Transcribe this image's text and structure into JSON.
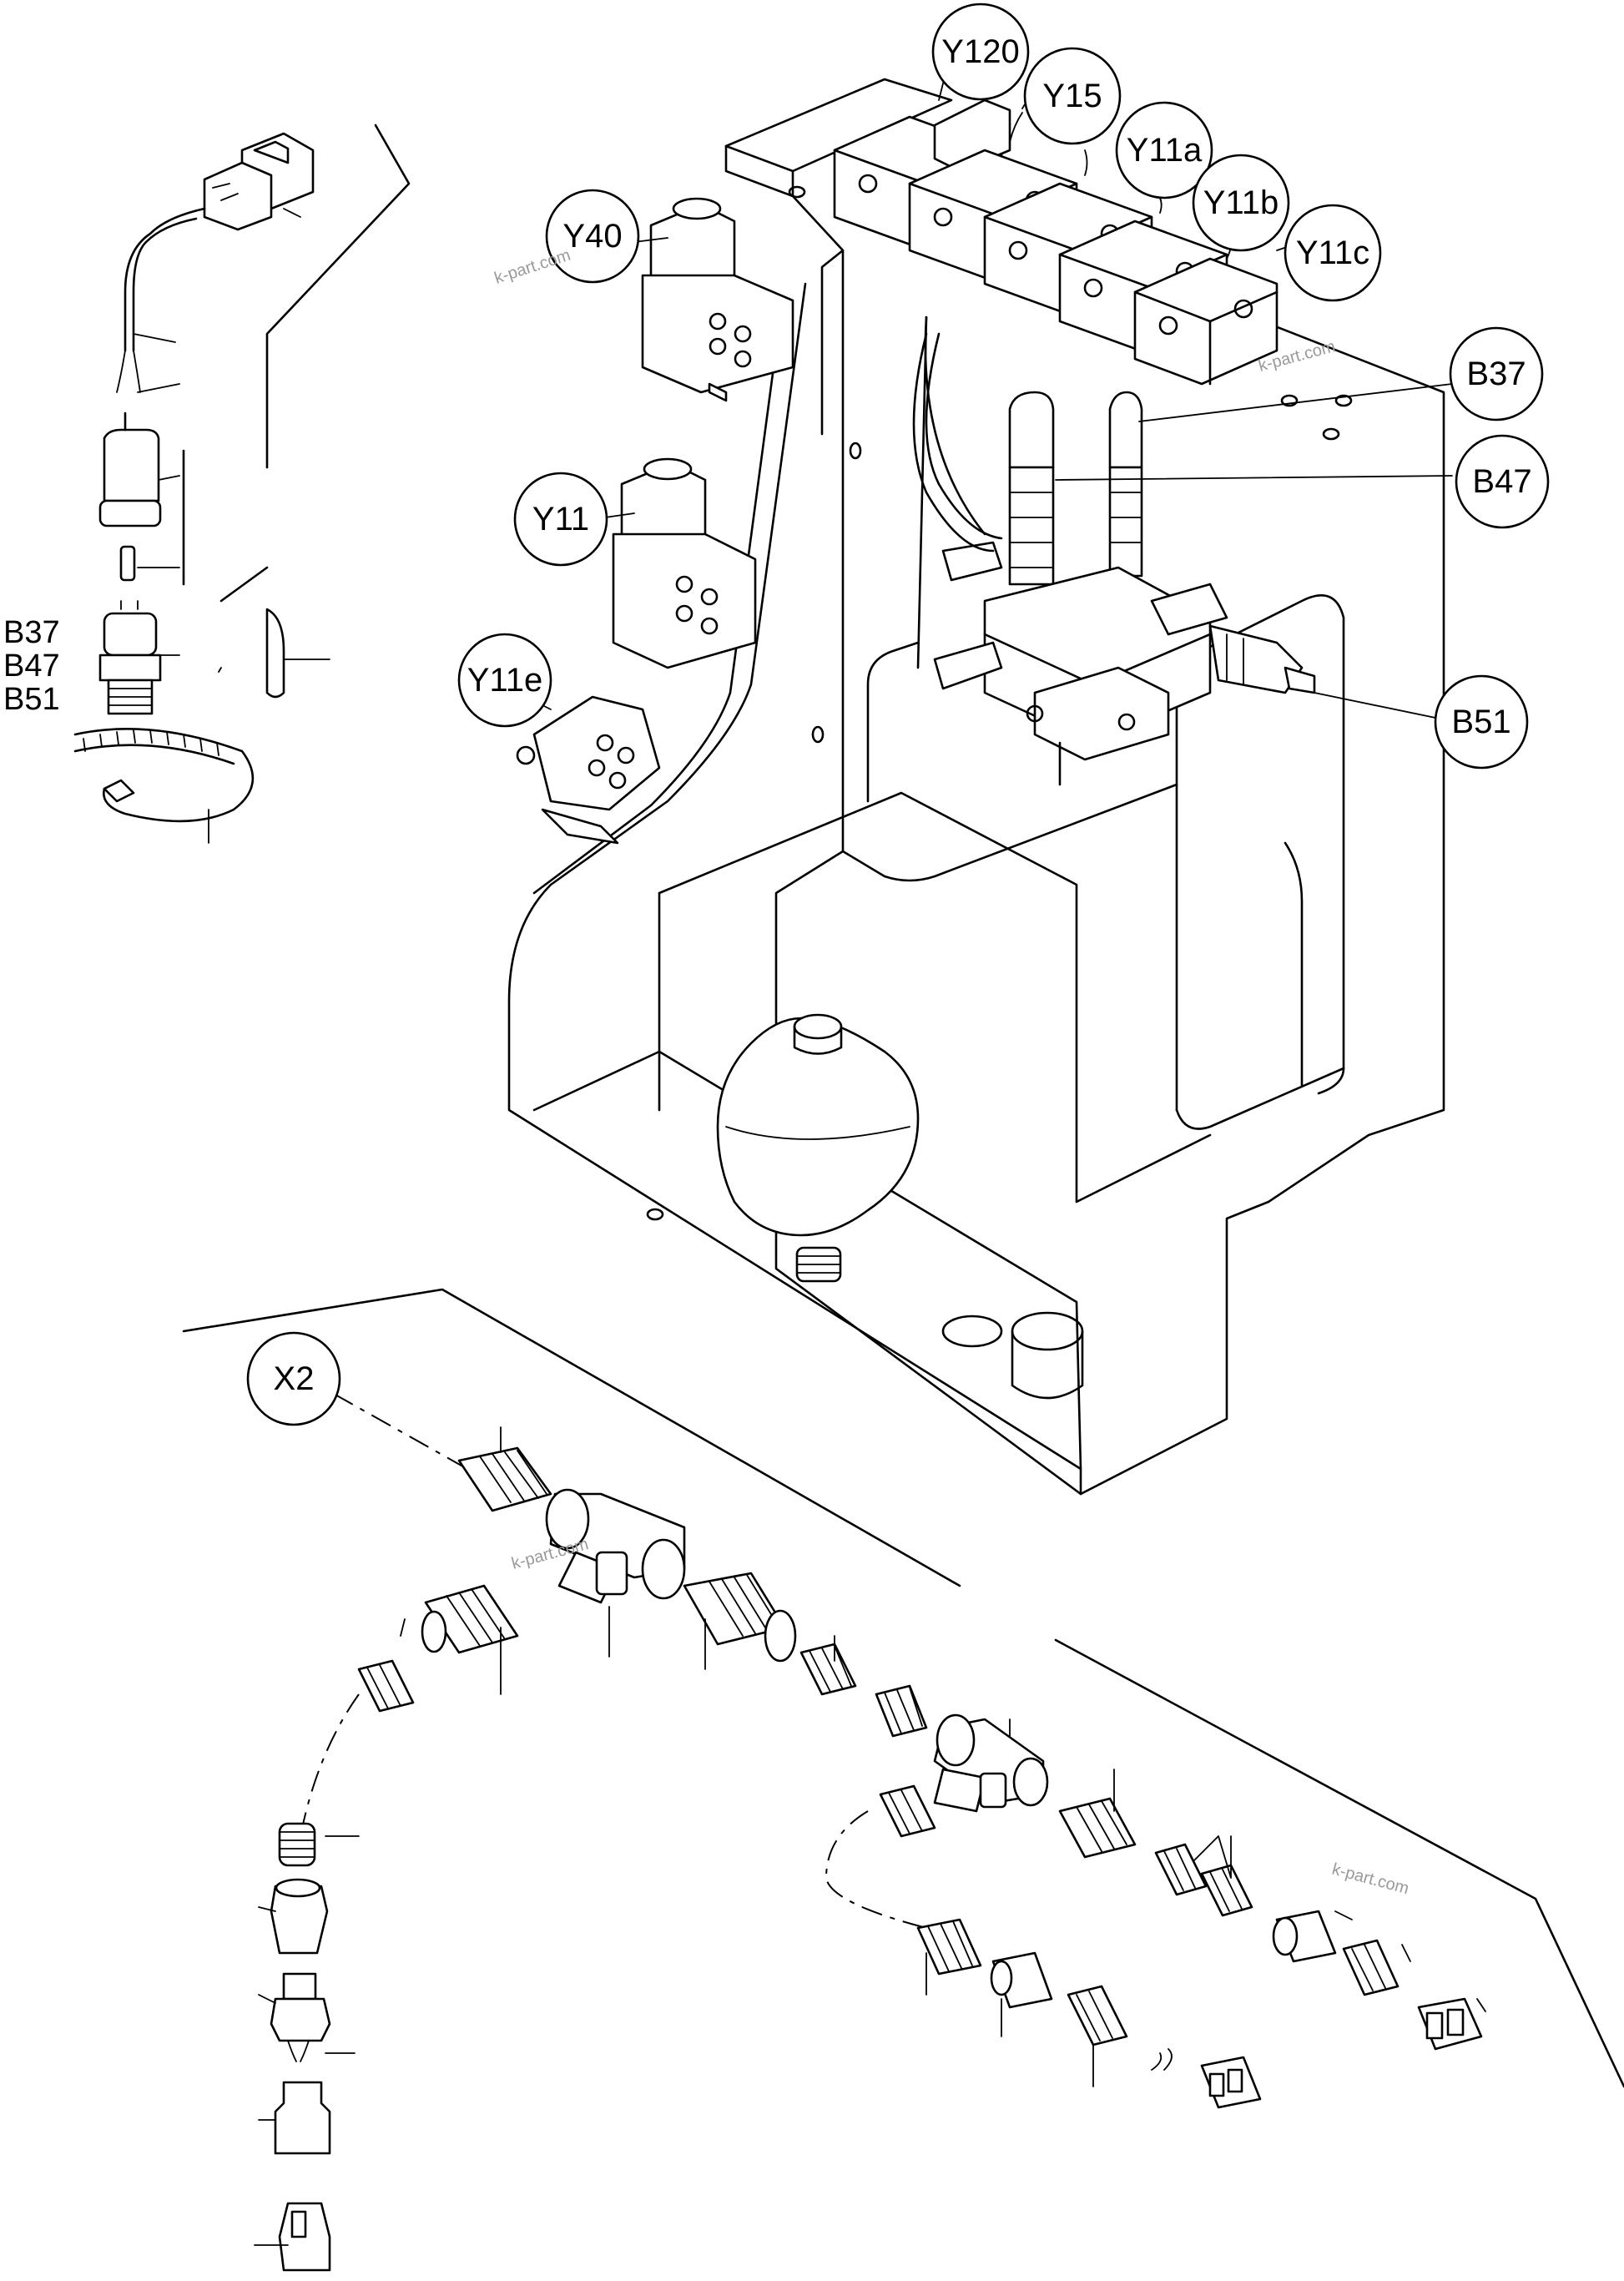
{
  "callouts": {
    "y120": "Y120",
    "y15": "Y15",
    "y11a": "Y11a",
    "y11b": "Y11b",
    "y11c": "Y11c",
    "y40": "Y40",
    "y11": "Y11",
    "y11e": "Y11e",
    "b37": "B37",
    "b47": "B47",
    "b51": "B51",
    "x2": "X2"
  },
  "sensor_labels": [
    "B37",
    "B47",
    "B51"
  ],
  "watermarks": [
    "k-part.com",
    "k-part.com",
    "k-part.com",
    "k-part.com"
  ]
}
